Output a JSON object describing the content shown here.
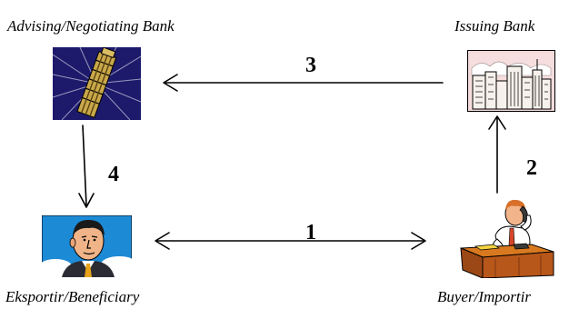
{
  "nodes": {
    "advising_bank": {
      "label": "Advising/Negotiating Bank"
    },
    "issuing_bank": {
      "label": "Issuing Bank"
    },
    "exporter": {
      "label": "Eksportir/Beneficiary"
    },
    "buyer": {
      "label": "Buyer/Importir"
    }
  },
  "steps": {
    "step1": "1",
    "step2": "2",
    "step3": "3",
    "step4": "4"
  }
}
